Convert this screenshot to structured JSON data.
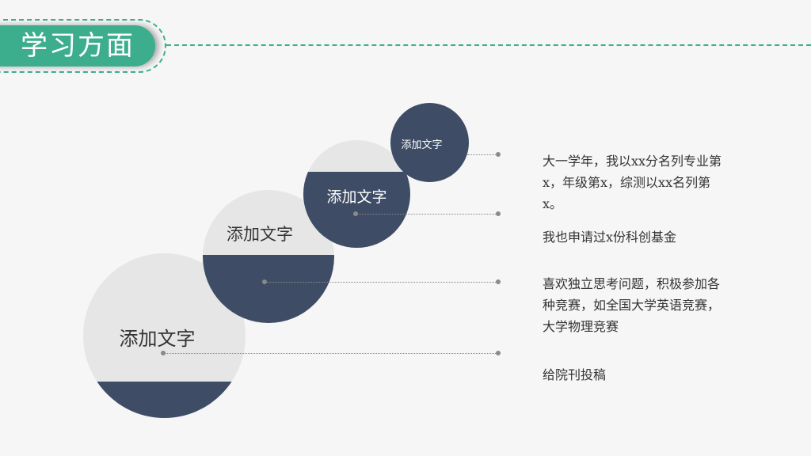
{
  "title": "学习方面",
  "circles": [
    {
      "label": "添加文字"
    },
    {
      "label": "添加文字"
    },
    {
      "label": "添加文字"
    },
    {
      "label": "添加文字"
    }
  ],
  "notes": [
    "大一学年，我以xx分名列专业第x，年级第x，综测以xx名列第x。",
    "我也申请过x份科创基金",
    "喜欢独立思考问题，积极参加各种竞赛，如全国大学英语竞赛，大学物理竞赛",
    "给院刊投稿"
  ],
  "colors": {
    "accent": "#3dae8d",
    "navy": "#3e4c66",
    "light": "#e6e6e6"
  }
}
